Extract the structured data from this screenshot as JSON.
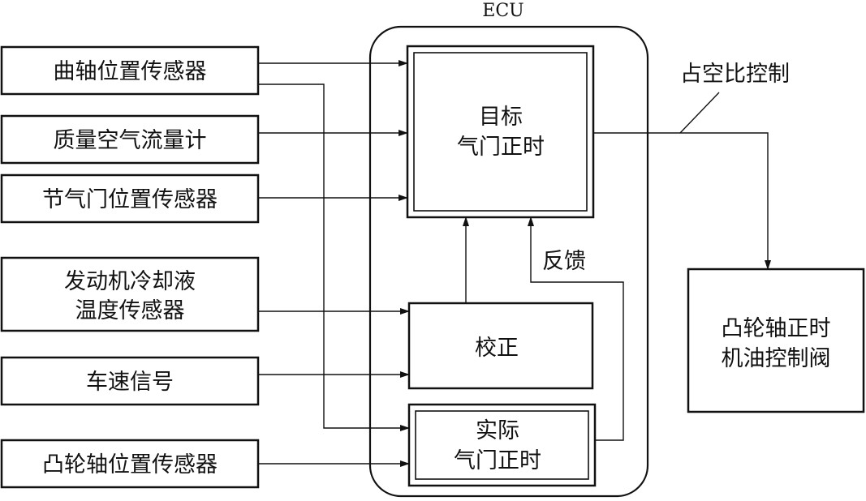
{
  "ecu_label": "ECU",
  "inputs": [
    {
      "label": "曲轴位置传感器"
    },
    {
      "label": "质量空气流量计"
    },
    {
      "label": "节气门位置传感器"
    },
    {
      "label_line1": "发动机冷却液",
      "label_line2": "温度传感器"
    },
    {
      "label": "车速信号"
    },
    {
      "label": "凸轮轴位置传感器"
    }
  ],
  "target_timing": {
    "line1": "目标",
    "line2": "气门正时"
  },
  "correction": {
    "label": "校正"
  },
  "actual_timing": {
    "line1": "实际",
    "line2": "气门正时"
  },
  "feedback_label": "反馈",
  "duty_label": "占空比控制",
  "ocv": {
    "line1": "凸轮轴正时",
    "line2": "机油控制阀"
  }
}
